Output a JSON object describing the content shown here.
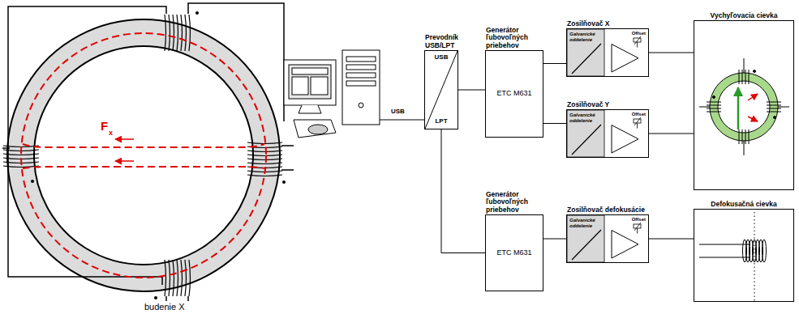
{
  "diagram": {
    "nodes": [
      {
        "text": [
          "Prevodník USB/LPT",
          "USB",
          "LPT"
        ]
      },
      {
        "text": [
          "Generátor ľubovoľných priebehov",
          "ETC M631"
        ]
      },
      {
        "text": [
          "Zosilňovač X",
          "Galvanické oddelenie",
          "Offset"
        ]
      },
      {
        "text": [
          "Zosilňovač Y",
          "Galvanické oddelenie",
          "Offset"
        ]
      },
      {
        "text": [
          "Vychyľovacia cievka"
        ]
      },
      {
        "text": [
          "Generátor ľubovoľných priebehov",
          "ETC M631"
        ]
      },
      {
        "text": [
          "Zosilňovač defokusácie",
          "Galvanické oddelenie",
          "Offset"
        ]
      },
      {
        "text": [
          "Defokusačná cievka"
        ]
      }
    ],
    "edges": [
      {
        "from": 0,
        "to": 1,
        "arrow": "none"
      },
      {
        "from": 1,
        "to": 2,
        "arrow": "none"
      },
      {
        "from": 1,
        "to": 3,
        "arrow": "none"
      },
      {
        "from": 2,
        "to": 4,
        "arrow": "none"
      },
      {
        "from": 3,
        "to": 4,
        "arrow": "none"
      },
      {
        "from": 0,
        "to": 5,
        "arrow": "none"
      },
      {
        "from": 5,
        "to": 6,
        "arrow": "none"
      },
      {
        "from": 6,
        "to": 7,
        "arrow": "none"
      }
    ],
    "labels": [
      "budenie X",
      "F",
      "x",
      "USB"
    ]
  }
}
